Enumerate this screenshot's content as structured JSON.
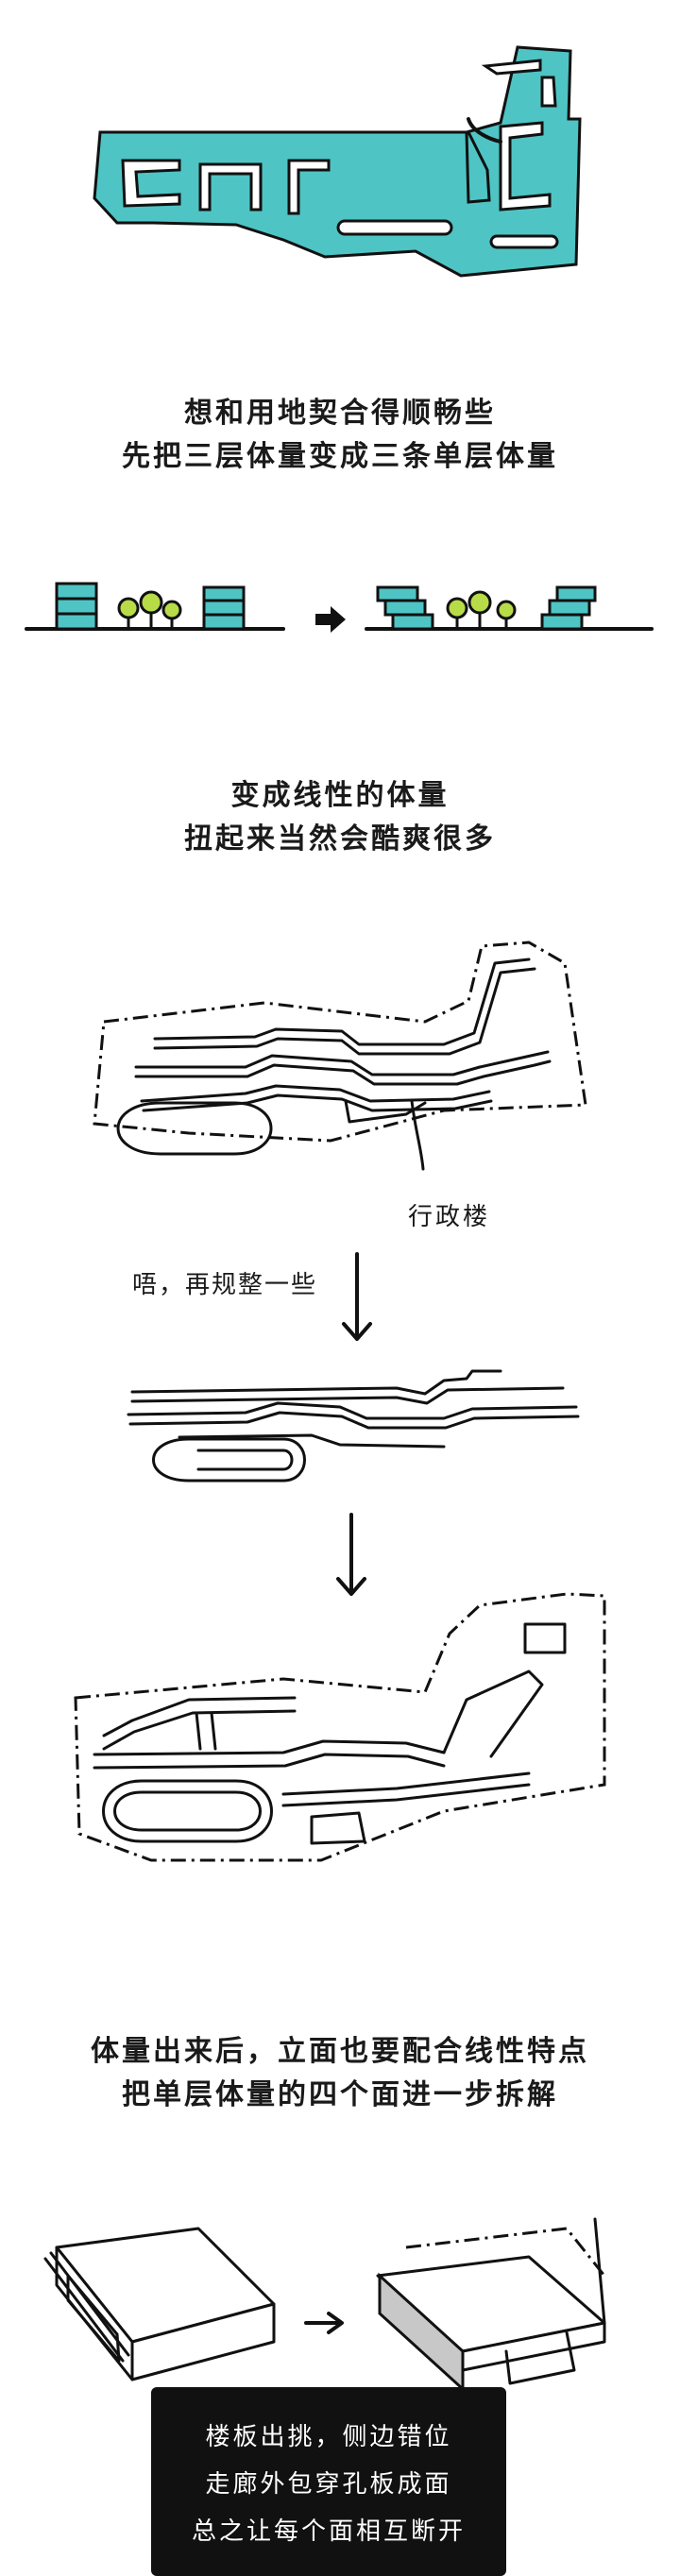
{
  "section1": {
    "caption_lines": [
      "想和用地契合得顺畅些",
      "先把三层体量变成三条单层体量"
    ]
  },
  "section2": {
    "caption_lines": [
      "变成线性的体量",
      "扭起来当然会酷爽很多"
    ],
    "callout_label": "行政楼"
  },
  "section3": {
    "note": "唔，再规整一些"
  },
  "section4": {
    "caption_lines": [
      "体量出来后，立面也要配合线性特点",
      "把单层体量的四个面进一步拆解"
    ]
  },
  "section5": {
    "box_lines": [
      "楼板出挑，侧边错位",
      "走廊外包穿孔板成面",
      "总之让每个面相互断开"
    ]
  },
  "colors": {
    "accent": "#4fc4c4",
    "ink": "#111111",
    "box_bg": "#111111",
    "box_text": "#ffffff"
  }
}
